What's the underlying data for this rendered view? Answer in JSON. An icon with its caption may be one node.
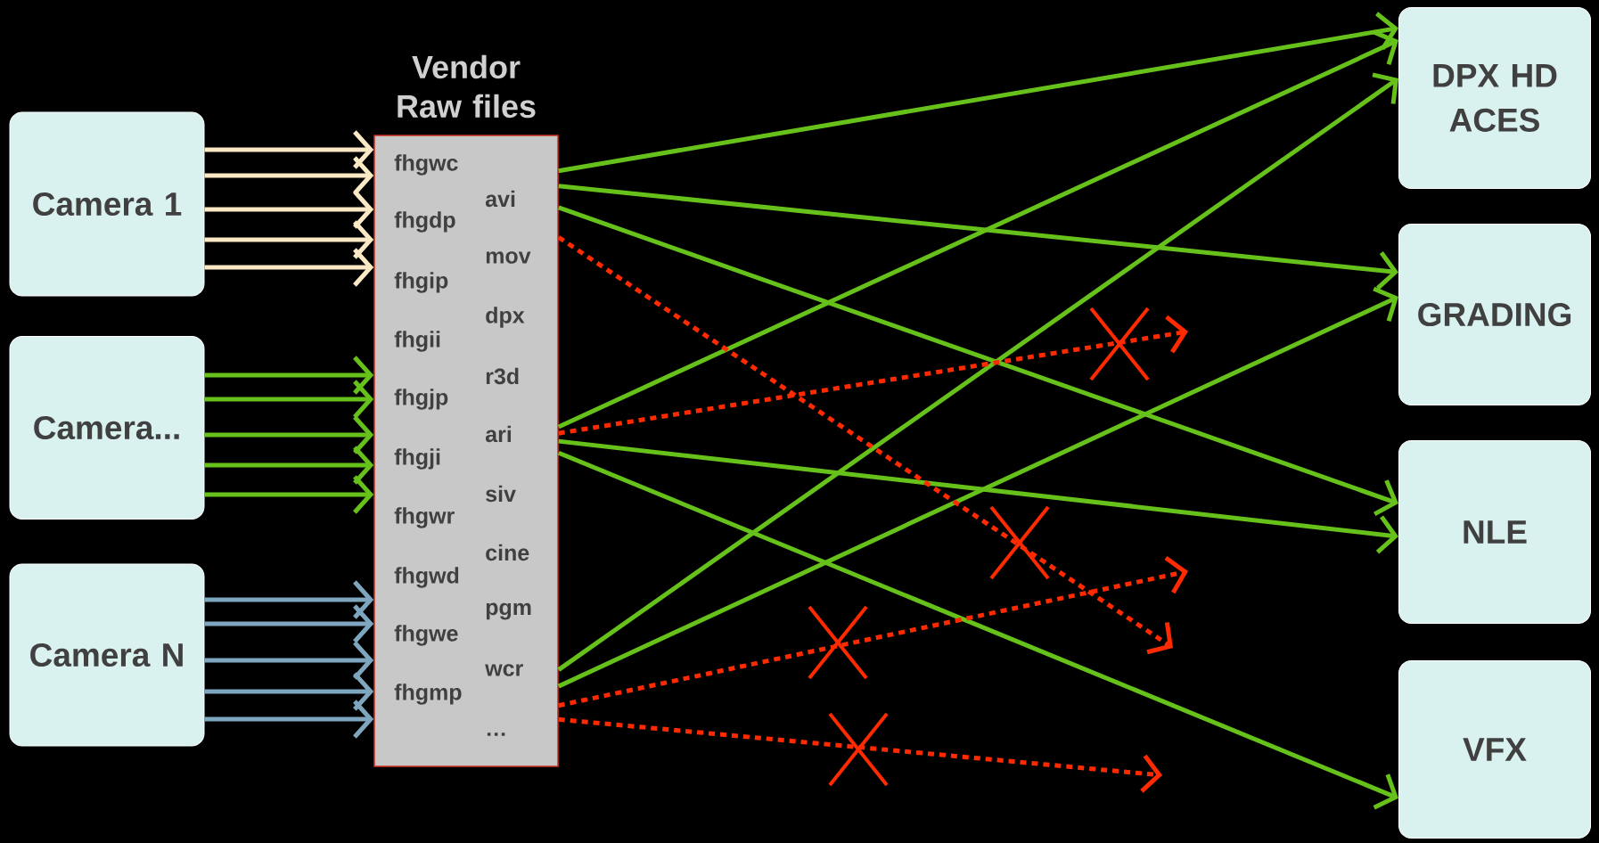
{
  "diagram": {
    "nodes": [
      {
        "text": [
          "Camera 1"
        ]
      },
      {
        "text": [
          "Camera..."
        ]
      },
      {
        "text": [
          "Camera N"
        ]
      },
      {
        "text": [
          "Vendor Raw files",
          "fhgwc",
          "avi",
          "fhgdp",
          "mov",
          "fhgip",
          "dpx",
          "fhgii",
          "r3d",
          "fhgjp",
          "ari",
          "fhgji",
          "siv",
          "fhgwr",
          "cine",
          "fhgwd",
          "pgm",
          "fhgwe",
          "wcr",
          "fhgmp",
          "…"
        ]
      },
      {
        "text": [
          "DPX HD ACES"
        ]
      },
      {
        "text": [
          "GRADING"
        ]
      },
      {
        "text": [
          "NLE"
        ]
      },
      {
        "text": [
          "VFX"
        ]
      }
    ],
    "edges": [
      {
        "from": 0,
        "to": 3,
        "arrow": "to",
        "color": "#fbe8c4"
      },
      {
        "from": 0,
        "to": 3,
        "arrow": "to",
        "color": "#fbe8c4"
      },
      {
        "from": 0,
        "to": 3,
        "arrow": "to",
        "color": "#fbe8c4"
      },
      {
        "from": 0,
        "to": 3,
        "arrow": "to",
        "color": "#fbe8c4"
      },
      {
        "from": 0,
        "to": 3,
        "arrow": "to",
        "color": "#fbe8c4"
      },
      {
        "from": 1,
        "to": 3,
        "arrow": "to"
      },
      {
        "from": 1,
        "to": 3,
        "arrow": "to"
      },
      {
        "from": 1,
        "to": 3,
        "arrow": "to"
      },
      {
        "from": 1,
        "to": 3,
        "arrow": "to"
      },
      {
        "from": 1,
        "to": 3,
        "arrow": "to"
      },
      {
        "from": 2,
        "to": 3,
        "arrow": "to",
        "color": "#7fa6bf"
      },
      {
        "from": 2,
        "to": 3,
        "arrow": "to",
        "color": "#7fa6bf"
      },
      {
        "from": 2,
        "to": 3,
        "arrow": "to",
        "color": "#7fa6bf"
      },
      {
        "from": 2,
        "to": 3,
        "arrow": "to",
        "color": "#7fa6bf"
      },
      {
        "from": 2,
        "to": 3,
        "arrow": "to",
        "color": "#7fa6bf"
      },
      {
        "from": 3,
        "to": 4,
        "arrow": "to"
      },
      {
        "from": 3,
        "to": 5,
        "arrow": "to"
      },
      {
        "from": 3,
        "to": 6,
        "arrow": "to"
      },
      {
        "from": 3,
        "to": 4,
        "arrow": "to"
      },
      {
        "from": 3,
        "to": 6,
        "arrow": "to"
      },
      {
        "from": 3,
        "to": 7,
        "arrow": "to"
      },
      {
        "from": 3,
        "to": 4,
        "arrow": "to"
      },
      {
        "from": 3,
        "to": 5,
        "arrow": "to"
      },
      {
        "from": 3,
        "to": null,
        "arrow": "to",
        "style": "dashed",
        "color": "#ff2a00"
      },
      {
        "from": 3,
        "to": null,
        "arrow": "to",
        "style": "dashed",
        "color": "#ff2a00"
      },
      {
        "from": 3,
        "to": null,
        "arrow": "to",
        "style": "dashed",
        "color": "#ff2a00"
      },
      {
        "from": 3,
        "to": null,
        "arrow": "to",
        "style": "dashed",
        "color": "#ff2a00"
      }
    ]
  }
}
